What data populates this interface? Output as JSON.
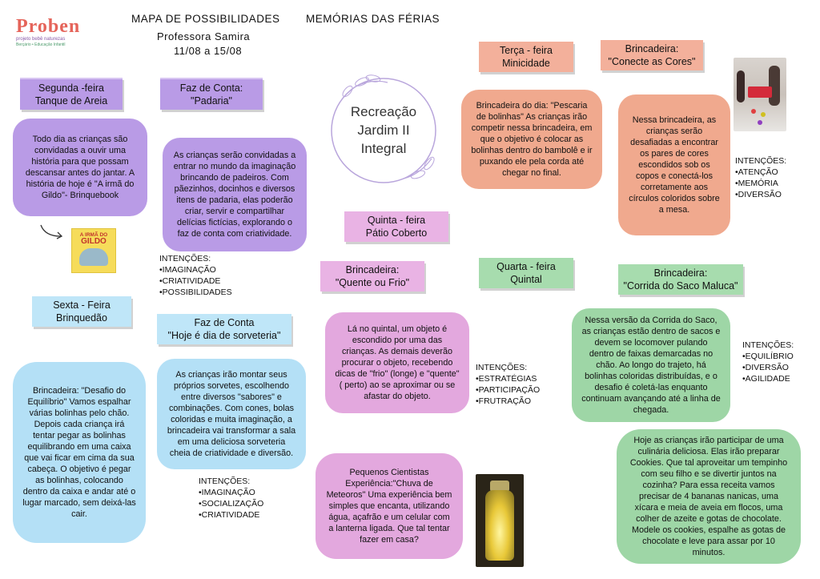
{
  "header": {
    "logo_text": "Proben",
    "logo_subtext": "projeto bebê naturezas",
    "logo_subtext2": "Berçário • Educação Infantil",
    "title_left": "MAPA DE POSSIBILIDADES",
    "title_right": "MEMÓRIAS DAS FÉRIAS",
    "teacher": "Professora  Samira",
    "dates": "11/08 a 15/08"
  },
  "center": {
    "line1": "Recreação",
    "line2": "Jardim II",
    "line3": "Integral"
  },
  "monday": {
    "tag1": "Segunda -feira",
    "tag2": "Tanque de Areia",
    "text": "Todo dia as crianças são convidadas a ouvir uma história para que possam descansar antes do jantar. A história de hoje é \"A irmã do Gildo\"- Brinquebook",
    "book_title1": "A IRMÃ DO",
    "book_title2": "GILDO"
  },
  "padaria": {
    "tag1": "Faz de Conta:",
    "tag2": "\"Padaria\"",
    "text": "As crianças serão convidadas a entrar no mundo da imaginação brincando de padeiros. Com pãezinhos, docinhos e diversos itens de padaria, elas poderão criar, servir e compartilhar delícias fictícias, explorando o faz de conta com criatividade.",
    "intentions_title": "INTENÇÕES:",
    "intentions": [
      "•IMAGINAÇÃO",
      "•CRIATIVIDADE",
      "•POSSIBILIDADES"
    ]
  },
  "tuesday": {
    "tag1": "Terça - feira",
    "tag2": "Minicidade",
    "text": "Brincadeira do dia: \"Pescaria de bolinhas\" As crianças irão competir nessa brincadeira, em que o objetivo é colocar as bolinhas dentro do bambolê e ir puxando ele pela corda até chegar no final."
  },
  "cores": {
    "tag1": "Brincadeira:",
    "tag2": "\"Conecte as Cores\"",
    "text": "Nessa brincadeira, as crianças serão desafiadas a encontrar os pares de cores escondidos sob os copos e conectá-los corretamente aos círculos coloridos sobre a mesa.",
    "intentions_title": "INTENÇÕES:",
    "intentions": [
      "•ATENÇÃO",
      "•MEMÓRIA",
      "•DIVERSÃO"
    ]
  },
  "thursday": {
    "tag1": "Quinta - feira",
    "tag2": "Pátio Coberto"
  },
  "quente": {
    "tag1": "Brincadeira:",
    "tag2": "\"Quente ou Frio\"",
    "text": "Lá no quintal, um objeto é escondido por uma das crianças. As demais deverão procurar o objeto, recebendo dicas de \"frio\" (longe) e \"quente\" ( perto) ao se aproximar ou se afastar do objeto.",
    "intentions_title": "INTENÇÕES:",
    "intentions": [
      "•ESTRATÉGIAS",
      "•PARTICIPAÇÃO",
      "•FRUTRAÇÃO"
    ]
  },
  "wednesday": {
    "tag1": "Quarta - feira",
    "tag2": "Quintal"
  },
  "saco": {
    "tag1": "Brincadeira:",
    "tag2": "\"Corrida do Saco Maluca\"",
    "text": "Nessa versão da Corrida do Saco, as crianças estão dentro de sacos e devem se locomover pulando dentro de faixas demarcadas no chão. Ao longo do trajeto, há bolinhas coloridas distribuídas, e o desafio é coletá-las enquanto continuam avançando até a linha de chegada.",
    "intentions_title": "INTENÇÕES:",
    "intentions": [
      "•EQUILÍBRIO",
      "•DIVERSÃO",
      "•AGILIDADE"
    ]
  },
  "friday": {
    "tag1": "Sexta - Feira",
    "tag2": "Brinquedão",
    "text": "Brincadeira: \"Desafio do Equilíbrio\" Vamos espalhar várias bolinhas pelo chão. Depois cada criança irá tentar pegar as bolinhas equilibrando em uma caixa que vai ficar em cima da sua cabeça. O objetivo é pegar as bolinhas, colocando dentro da caixa  e andar até o lugar marcado, sem deixá-las cair."
  },
  "sorveteria": {
    "tag1": "Faz de Conta",
    "tag2": "\"Hoje é dia de sorveteria\"",
    "text": "As crianças irão montar seus próprios sorvetes, escolhendo entre diversos \"sabores\" e combinações. Com cones, bolas coloridas e muita imaginação, a brincadeira vai transformar a sala em uma deliciosa sorveteria cheia de criatividade e diversão.",
    "intentions_title": "INTENÇÕES:",
    "intentions": [
      "•IMAGINAÇÃO",
      "•SOCIALIZAÇÃO",
      "•CRIATIVIDADE"
    ]
  },
  "cientistas": {
    "text": "Pequenos Cientistas Experiência:\"Chuva de Meteoros\" Uma experiência bem simples que encanta, utilizando água, açafrão e um celular com a lanterna ligada.  Que tal tentar fazer em casa?"
  },
  "cookies": {
    "text": "Hoje as crianças irão participar de uma culinária deliciosa. Elas irão preparar Cookies. Que tal aproveitar um tempinho com seu filho e se divertir juntos na cozinha? Para essa receita vamos precisar de 4 bananas nanicas, uma xícara e meia de aveia em flocos, uma colher de azeite  e gotas de chocolate. Modele os cookies, espalhe as gotas de chocolate e leve para assar por 10 minutos."
  },
  "colors": {
    "purple": "#b99be6",
    "salmon": "#f0a98e",
    "pink": "#e3a8de",
    "green": "#9ed6a6",
    "blue": "#b4e0f6"
  }
}
